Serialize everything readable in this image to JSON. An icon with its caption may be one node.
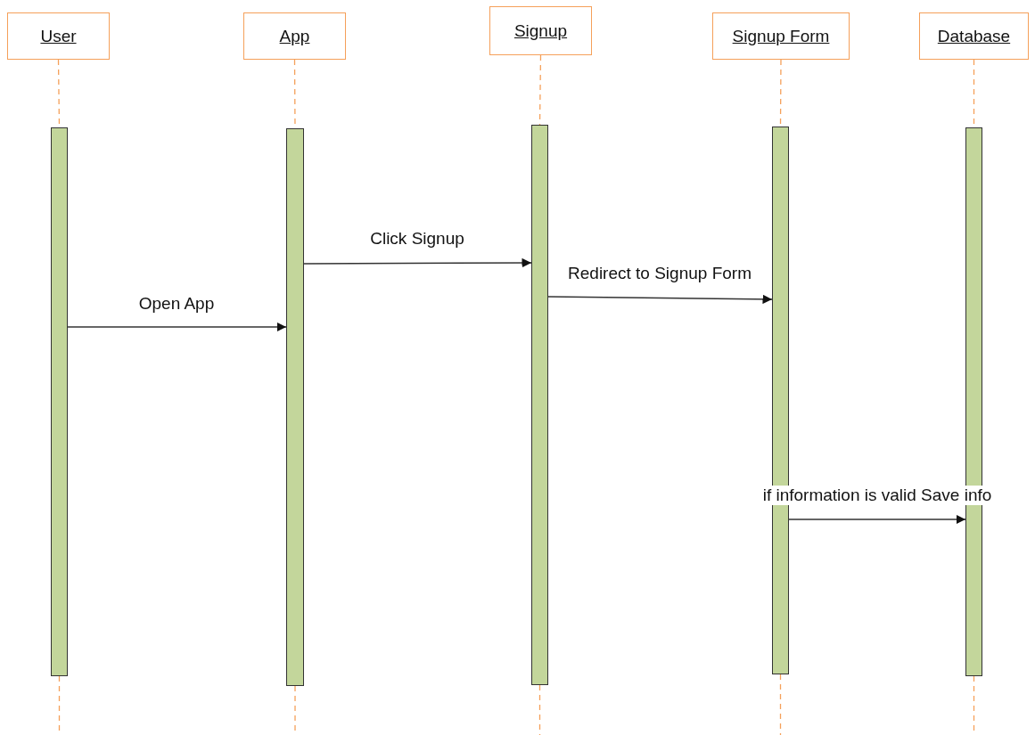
{
  "diagram": {
    "nodes": [
      {
        "text": [
          "User"
        ]
      },
      {
        "text": [
          "App"
        ]
      },
      {
        "text": [
          "Signup"
        ]
      },
      {
        "text": [
          "Signup Form"
        ]
      },
      {
        "text": [
          "Database"
        ]
      },
      {
        "text": [],
        "shape": "bar"
      },
      {
        "text": [],
        "shape": "bar"
      },
      {
        "text": [],
        "shape": "bar"
      },
      {
        "text": [],
        "shape": "bar"
      },
      {
        "text": [],
        "shape": "bar"
      }
    ],
    "edges": [
      {
        "from": 0,
        "to": 5,
        "arrow": "none",
        "style": "dashed"
      },
      {
        "from": 1,
        "to": 6,
        "arrow": "none",
        "style": "dashed"
      },
      {
        "from": 2,
        "to": 7,
        "arrow": "none",
        "style": "dashed"
      },
      {
        "from": 3,
        "to": 8,
        "arrow": "none",
        "style": "dashed"
      },
      {
        "from": 4,
        "to": 9,
        "arrow": "none",
        "style": "dashed"
      },
      {
        "from": 5,
        "to": null,
        "arrow": "none",
        "style": "dashed"
      },
      {
        "from": 6,
        "to": null,
        "arrow": "none",
        "style": "dashed"
      },
      {
        "from": 7,
        "to": null,
        "arrow": "none",
        "style": "dashed"
      },
      {
        "from": 8,
        "to": null,
        "arrow": "none",
        "style": "dashed"
      },
      {
        "from": 9,
        "to": null,
        "arrow": "none",
        "style": "dashed"
      },
      {
        "from": 5,
        "to": 6,
        "arrow": "to",
        "label": "Open App",
        "color": "#333333"
      },
      {
        "from": 6,
        "to": 7,
        "arrow": "to",
        "label": "Click Signup",
        "color": "#333333"
      },
      {
        "from": 7,
        "to": 8,
        "arrow": "to",
        "label": "Redirect to Signup Form",
        "color": "#333333"
      },
      {
        "from": 8,
        "to": 9,
        "arrow": "to",
        "label": "if information is valid Save info",
        "color": "#333333"
      }
    ]
  }
}
